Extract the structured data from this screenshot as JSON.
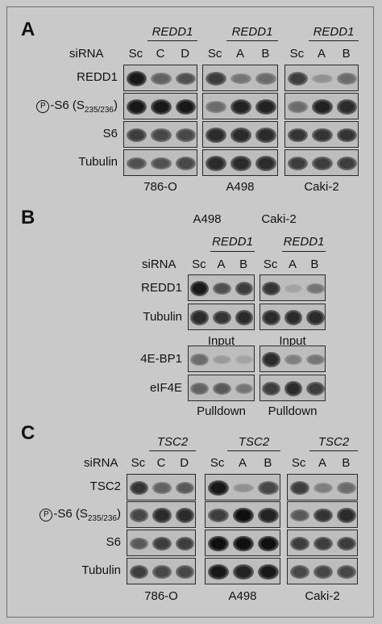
{
  "panels": {
    "A": {
      "letter": "A",
      "sirna_label": "siRNA",
      "groups": [
        {
          "gene": "REDD1",
          "lanes": [
            "Sc",
            "C",
            "D"
          ],
          "cell_line": "786-O"
        },
        {
          "gene": "REDD1",
          "lanes": [
            "Sc",
            "A",
            "B"
          ],
          "cell_line": "A498"
        },
        {
          "gene": "REDD1",
          "lanes": [
            "Sc",
            "A",
            "B"
          ],
          "cell_line": "Caki-2"
        }
      ],
      "rows": [
        {
          "label": "REDD1",
          "intensity": [
            [
              0.95,
              0.55,
              0.65
            ],
            [
              0.75,
              0.45,
              0.5
            ],
            [
              0.75,
              0.3,
              0.5
            ]
          ]
        },
        {
          "label_prefix": "P",
          "label": "-S6 (S",
          "label_sub": "235/236",
          "label_suffix": ")",
          "intensity": [
            [
              0.95,
              0.95,
              0.95
            ],
            [
              0.5,
              0.9,
              0.9
            ],
            [
              0.5,
              0.9,
              0.85
            ]
          ]
        },
        {
          "label": "S6",
          "intensity": [
            [
              0.75,
              0.7,
              0.7
            ],
            [
              0.85,
              0.85,
              0.85
            ],
            [
              0.8,
              0.8,
              0.8
            ]
          ]
        },
        {
          "label": "Tubulin",
          "intensity": [
            [
              0.65,
              0.65,
              0.7
            ],
            [
              0.85,
              0.85,
              0.85
            ],
            [
              0.75,
              0.75,
              0.75
            ]
          ]
        }
      ]
    },
    "B": {
      "letter": "B",
      "sirna_label": "siRNA",
      "groups": [
        {
          "cell_line": "A498",
          "gene": "REDD1",
          "lanes": [
            "Sc",
            "A",
            "B"
          ]
        },
        {
          "cell_line": "Caki-2",
          "gene": "REDD1",
          "lanes": [
            "Sc",
            "A",
            "B"
          ]
        }
      ],
      "input_rows": [
        {
          "label": "REDD1",
          "intensity": [
            [
              0.95,
              0.65,
              0.75
            ],
            [
              0.8,
              0.2,
              0.45
            ]
          ]
        },
        {
          "label": "Tubulin",
          "intensity": [
            [
              0.85,
              0.8,
              0.85
            ],
            [
              0.85,
              0.85,
              0.85
            ]
          ]
        }
      ],
      "input_caption": "Input",
      "pulldown_rows": [
        {
          "label": "4E-BP1",
          "intensity": [
            [
              0.5,
              0.25,
              0.2
            ],
            [
              0.85,
              0.4,
              0.45
            ]
          ]
        },
        {
          "label": "eIF4E",
          "intensity": [
            [
              0.55,
              0.6,
              0.45
            ],
            [
              0.75,
              0.85,
              0.75
            ]
          ]
        }
      ],
      "pulldown_caption": "Pulldown"
    },
    "C": {
      "letter": "C",
      "sirna_label": "siRNA",
      "groups": [
        {
          "gene": "TSC2",
          "lanes": [
            "Sc",
            "C",
            "D"
          ],
          "cell_line": "786-O"
        },
        {
          "gene": "TSC2",
          "lanes": [
            "Sc",
            "A",
            "B"
          ],
          "cell_line": "A498"
        },
        {
          "gene": "TSC2",
          "lanes": [
            "Sc",
            "A",
            "B"
          ],
          "cell_line": "Caki-2"
        }
      ],
      "rows": [
        {
          "label": "TSC2",
          "intensity": [
            [
              0.8,
              0.55,
              0.6
            ],
            [
              0.95,
              0.3,
              0.7
            ],
            [
              0.75,
              0.4,
              0.5
            ]
          ]
        },
        {
          "label_prefix": "P",
          "label": "-S6 (S",
          "label_sub": "235/236",
          "label_suffix": ")",
          "intensity": [
            [
              0.7,
              0.85,
              0.85
            ],
            [
              0.75,
              1.0,
              0.9
            ],
            [
              0.6,
              0.8,
              0.85
            ]
          ]
        },
        {
          "label": "S6",
          "intensity": [
            [
              0.6,
              0.75,
              0.75
            ],
            [
              1.0,
              1.0,
              1.0
            ],
            [
              0.75,
              0.75,
              0.75
            ]
          ]
        },
        {
          "label": "Tubulin",
          "intensity": [
            [
              0.75,
              0.7,
              0.7
            ],
            [
              0.95,
              0.9,
              0.95
            ],
            [
              0.7,
              0.7,
              0.7
            ]
          ]
        }
      ]
    }
  }
}
